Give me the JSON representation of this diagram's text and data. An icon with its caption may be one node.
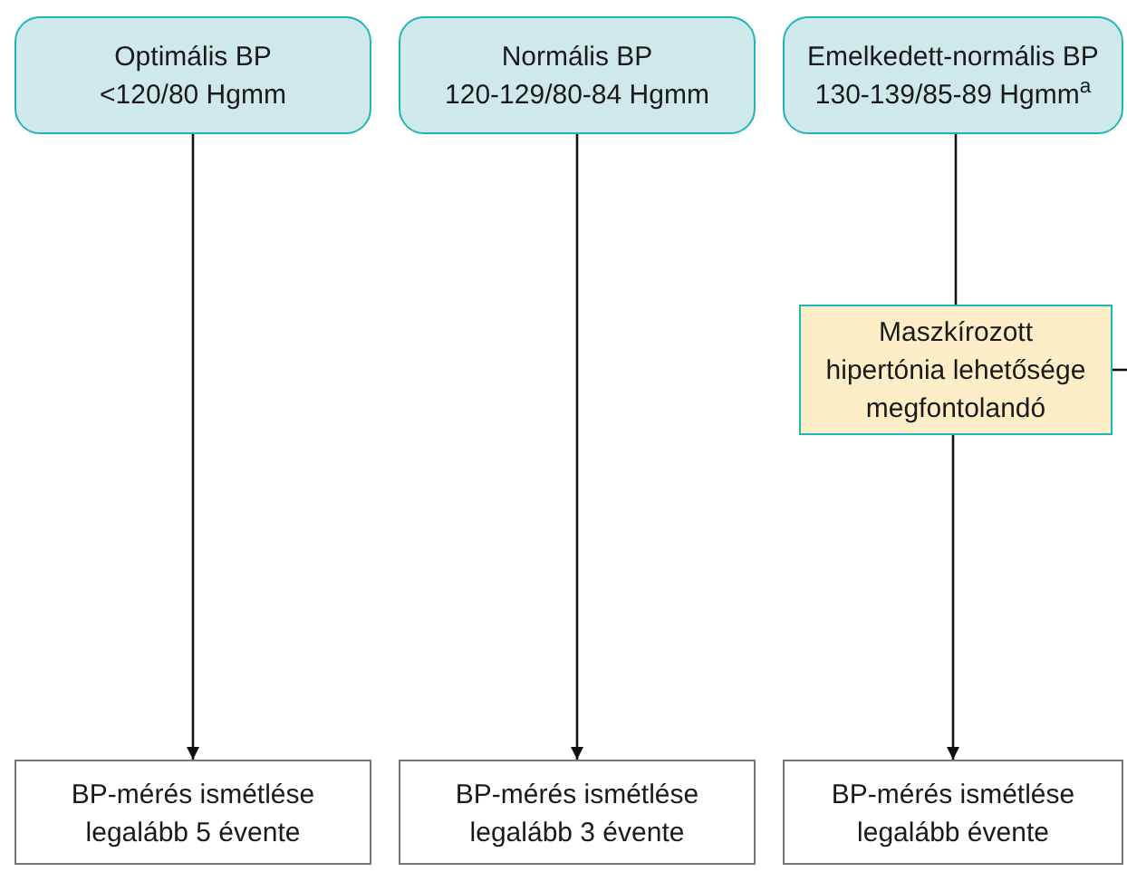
{
  "diagram": {
    "nodes": [
      {
        "text": [
          "Optimális BP",
          "<120/80 Hgmm"
        ]
      },
      {
        "text": [
          "Normális BP",
          "120-129/80-84 Hgmm"
        ]
      },
      {
        "text": [
          "Emelkedett-normális BP",
          "130-139/85-89 Hgmm$^{a}$"
        ]
      },
      {
        "text": [
          "Maszkírozott hipertónia lehetősége megfontolandó"
        ]
      },
      {
        "text": [
          "BP-mérés ismétlése legalább 5 évente"
        ]
      },
      {
        "text": [
          "BP-mérés ismétlése legalább 3 évente"
        ]
      },
      {
        "text": [
          "BP-mérés ismétlése legalább évente"
        ]
      }
    ],
    "edges": [
      {
        "from": 0,
        "to": 4,
        "arrow": "to"
      },
      {
        "from": 1,
        "to": 5,
        "arrow": "to"
      },
      {
        "from": 2,
        "to": 3,
        "arrow": "none"
      },
      {
        "from": 3,
        "to": 6,
        "arrow": "to"
      },
      {
        "from": 3,
        "to": null,
        "arrow": "none"
      }
    ]
  }
}
